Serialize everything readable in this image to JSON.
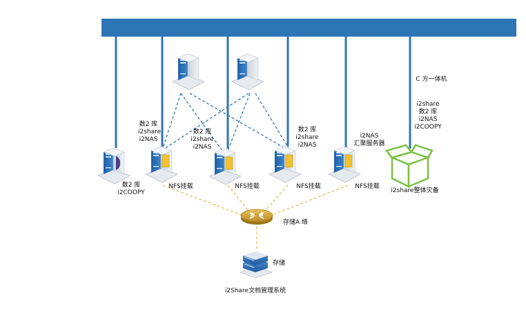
{
  "labels": {
    "db_backup_left": "数2 库",
    "i2coopy_left": "i2COOPY",
    "db_group1": [
      "数2 库",
      "i2share",
      "i2NAS"
    ],
    "db_group2": [
      "数2 库",
      "i2share",
      "i2NAS"
    ],
    "db_group3": [
      "数2 库",
      "i2share",
      "i2NAS"
    ],
    "nas_aggregate": [
      "i2NAS",
      "汇聚服务器"
    ],
    "nfs_mount": "NFS挂载",
    "c_machine": "C 方一体机",
    "backup_stack": [
      "i2share",
      "数2 库",
      "i2NAS",
      "i2COOPY"
    ],
    "i2share_backup": "i2share整体灾备",
    "storage_network": "存储A 络",
    "storage": "存储",
    "doc_system": "i2Share文档管理系统"
  },
  "colors": {
    "bus": "#2e75b6",
    "dashed": "#2e75b6",
    "yellow_line": "#e5b84a",
    "server_body": "#dde3ea",
    "server_front": "#2f6fb3",
    "server_panel": "#f2c230",
    "box_green": "#7ac142",
    "router": "#c9a13b"
  },
  "icons": {
    "server": "server-tower-icon",
    "router": "network-switch-icon",
    "storage": "storage-array-icon",
    "box": "backup-box-icon"
  }
}
